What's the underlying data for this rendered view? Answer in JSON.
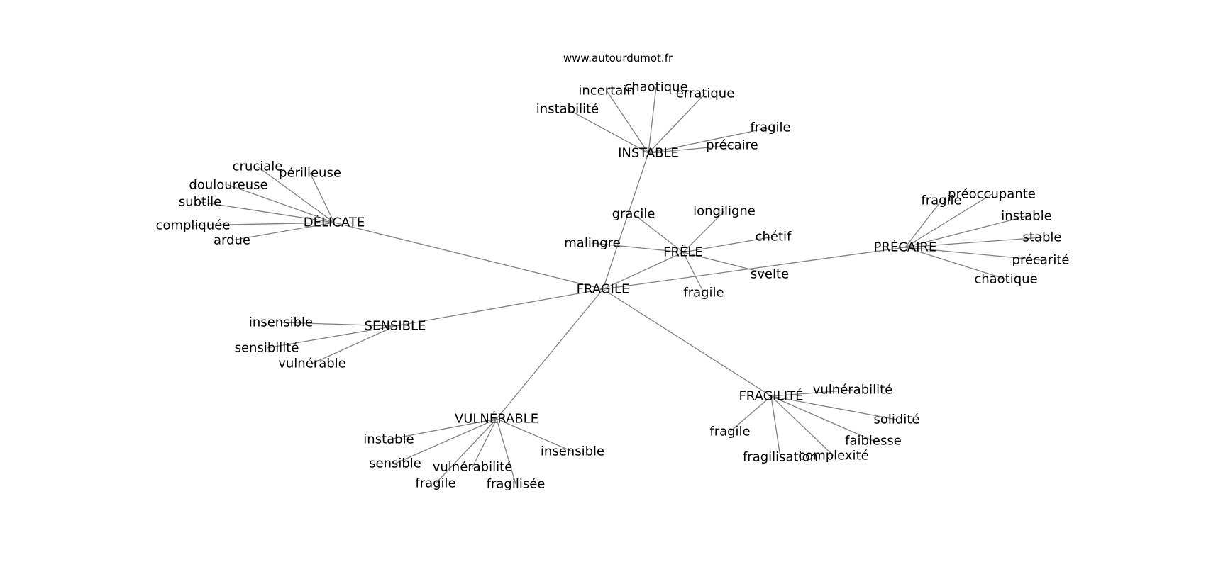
{
  "source": "www.autourdumot.fr",
  "nodes": [
    {
      "id": "fragile",
      "label": "FRAGILE"
    },
    {
      "id": "instable",
      "label": "INSTABLE"
    },
    {
      "id": "delicate",
      "label": "DÉLICATE"
    },
    {
      "id": "frele",
      "label": "FRÊLE"
    },
    {
      "id": "precaire",
      "label": "PRÉCAIRE"
    },
    {
      "id": "sensible",
      "label": "SENSIBLE"
    },
    {
      "id": "vulnerable",
      "label": "VULNÉRABLE"
    },
    {
      "id": "fragilite",
      "label": "FRAGILITÉ"
    },
    {
      "id": "instable_incertain",
      "label": "incertain"
    },
    {
      "id": "instable_chaotique",
      "label": "chaotique"
    },
    {
      "id": "instable_erratique",
      "label": "erratique"
    },
    {
      "id": "instable_instabilite",
      "label": "instabilité"
    },
    {
      "id": "instable_fragile",
      "label": "fragile"
    },
    {
      "id": "instable_precaire",
      "label": "précaire"
    },
    {
      "id": "delicate_cruciale",
      "label": "cruciale"
    },
    {
      "id": "delicate_perilleuse",
      "label": "périlleuse"
    },
    {
      "id": "delicate_douloureuse",
      "label": "douloureuse"
    },
    {
      "id": "delicate_subtile",
      "label": "subtile"
    },
    {
      "id": "delicate_compliquee",
      "label": "compliquée"
    },
    {
      "id": "delicate_ardue",
      "label": "ardue"
    },
    {
      "id": "frele_gracile",
      "label": "gracile"
    },
    {
      "id": "frele_longiligne",
      "label": "longiligne"
    },
    {
      "id": "frele_chetif",
      "label": "chétif"
    },
    {
      "id": "frele_malingre",
      "label": "malingre"
    },
    {
      "id": "frele_svelte",
      "label": "svelte"
    },
    {
      "id": "frele_fragile",
      "label": "fragile"
    },
    {
      "id": "precaire_fragile",
      "label": "fragile"
    },
    {
      "id": "precaire_preoccupante",
      "label": "préoccupante"
    },
    {
      "id": "precaire_instable",
      "label": "instable"
    },
    {
      "id": "precaire_stable",
      "label": "stable"
    },
    {
      "id": "precaire_precarite",
      "label": "précarité"
    },
    {
      "id": "precaire_chaotique",
      "label": "chaotique"
    },
    {
      "id": "sensible_insensible",
      "label": "insensible"
    },
    {
      "id": "sensible_sensibilite",
      "label": "sensibilité"
    },
    {
      "id": "sensible_vulnerable",
      "label": "vulnérable"
    },
    {
      "id": "vulnerable_instable",
      "label": "instable"
    },
    {
      "id": "vulnerable_sensible",
      "label": "sensible"
    },
    {
      "id": "vulnerable_vulnerabilite",
      "label": "vulnérabilité"
    },
    {
      "id": "vulnerable_fragile",
      "label": "fragile"
    },
    {
      "id": "vulnerable_fragilisee",
      "label": "fragilisée"
    },
    {
      "id": "vulnerable_insensible",
      "label": "insensible"
    },
    {
      "id": "fragilite_vulnerabilite",
      "label": "vulnérabilité"
    },
    {
      "id": "fragilite_solidite",
      "label": "solidité"
    },
    {
      "id": "fragilite_faiblesse",
      "label": "faiblesse"
    },
    {
      "id": "fragilite_fragile",
      "label": "fragile"
    },
    {
      "id": "fragilite_fragilisation",
      "label": "fragilisation"
    },
    {
      "id": "fragilite_complexite",
      "label": "complexité"
    }
  ],
  "edges": [
    [
      "fragile",
      "instable"
    ],
    [
      "fragile",
      "delicate"
    ],
    [
      "fragile",
      "frele"
    ],
    [
      "fragile",
      "precaire"
    ],
    [
      "fragile",
      "sensible"
    ],
    [
      "fragile",
      "vulnerable"
    ],
    [
      "fragile",
      "fragilite"
    ],
    [
      "instable",
      "instable_incertain"
    ],
    [
      "instable",
      "instable_chaotique"
    ],
    [
      "instable",
      "instable_erratique"
    ],
    [
      "instable",
      "instable_instabilite"
    ],
    [
      "instable",
      "instable_fragile"
    ],
    [
      "instable",
      "instable_precaire"
    ],
    [
      "delicate",
      "delicate_cruciale"
    ],
    [
      "delicate",
      "delicate_perilleuse"
    ],
    [
      "delicate",
      "delicate_douloureuse"
    ],
    [
      "delicate",
      "delicate_subtile"
    ],
    [
      "delicate",
      "delicate_compliquee"
    ],
    [
      "delicate",
      "delicate_ardue"
    ],
    [
      "frele",
      "frele_gracile"
    ],
    [
      "frele",
      "frele_longiligne"
    ],
    [
      "frele",
      "frele_chetif"
    ],
    [
      "frele",
      "frele_malingre"
    ],
    [
      "frele",
      "frele_svelte"
    ],
    [
      "frele",
      "frele_fragile"
    ],
    [
      "precaire",
      "precaire_fragile"
    ],
    [
      "precaire",
      "precaire_preoccupante"
    ],
    [
      "precaire",
      "precaire_instable"
    ],
    [
      "precaire",
      "precaire_stable"
    ],
    [
      "precaire",
      "precaire_precarite"
    ],
    [
      "precaire",
      "precaire_chaotique"
    ],
    [
      "sensible",
      "sensible_insensible"
    ],
    [
      "sensible",
      "sensible_sensibilite"
    ],
    [
      "sensible",
      "sensible_vulnerable"
    ],
    [
      "vulnerable",
      "vulnerable_instable"
    ],
    [
      "vulnerable",
      "vulnerable_sensible"
    ],
    [
      "vulnerable",
      "vulnerable_vulnerabilite"
    ],
    [
      "vulnerable",
      "vulnerable_fragile"
    ],
    [
      "vulnerable",
      "vulnerable_fragilisee"
    ],
    [
      "vulnerable",
      "vulnerable_insensible"
    ],
    [
      "fragilite",
      "fragilite_vulnerabilite"
    ],
    [
      "fragilite",
      "fragilite_solidite"
    ],
    [
      "fragilite",
      "fragilite_faiblesse"
    ],
    [
      "fragilite",
      "fragilite_fragile"
    ],
    [
      "fragilite",
      "fragilite_fragilisation"
    ],
    [
      "fragilite",
      "fragilite_complexite"
    ]
  ]
}
